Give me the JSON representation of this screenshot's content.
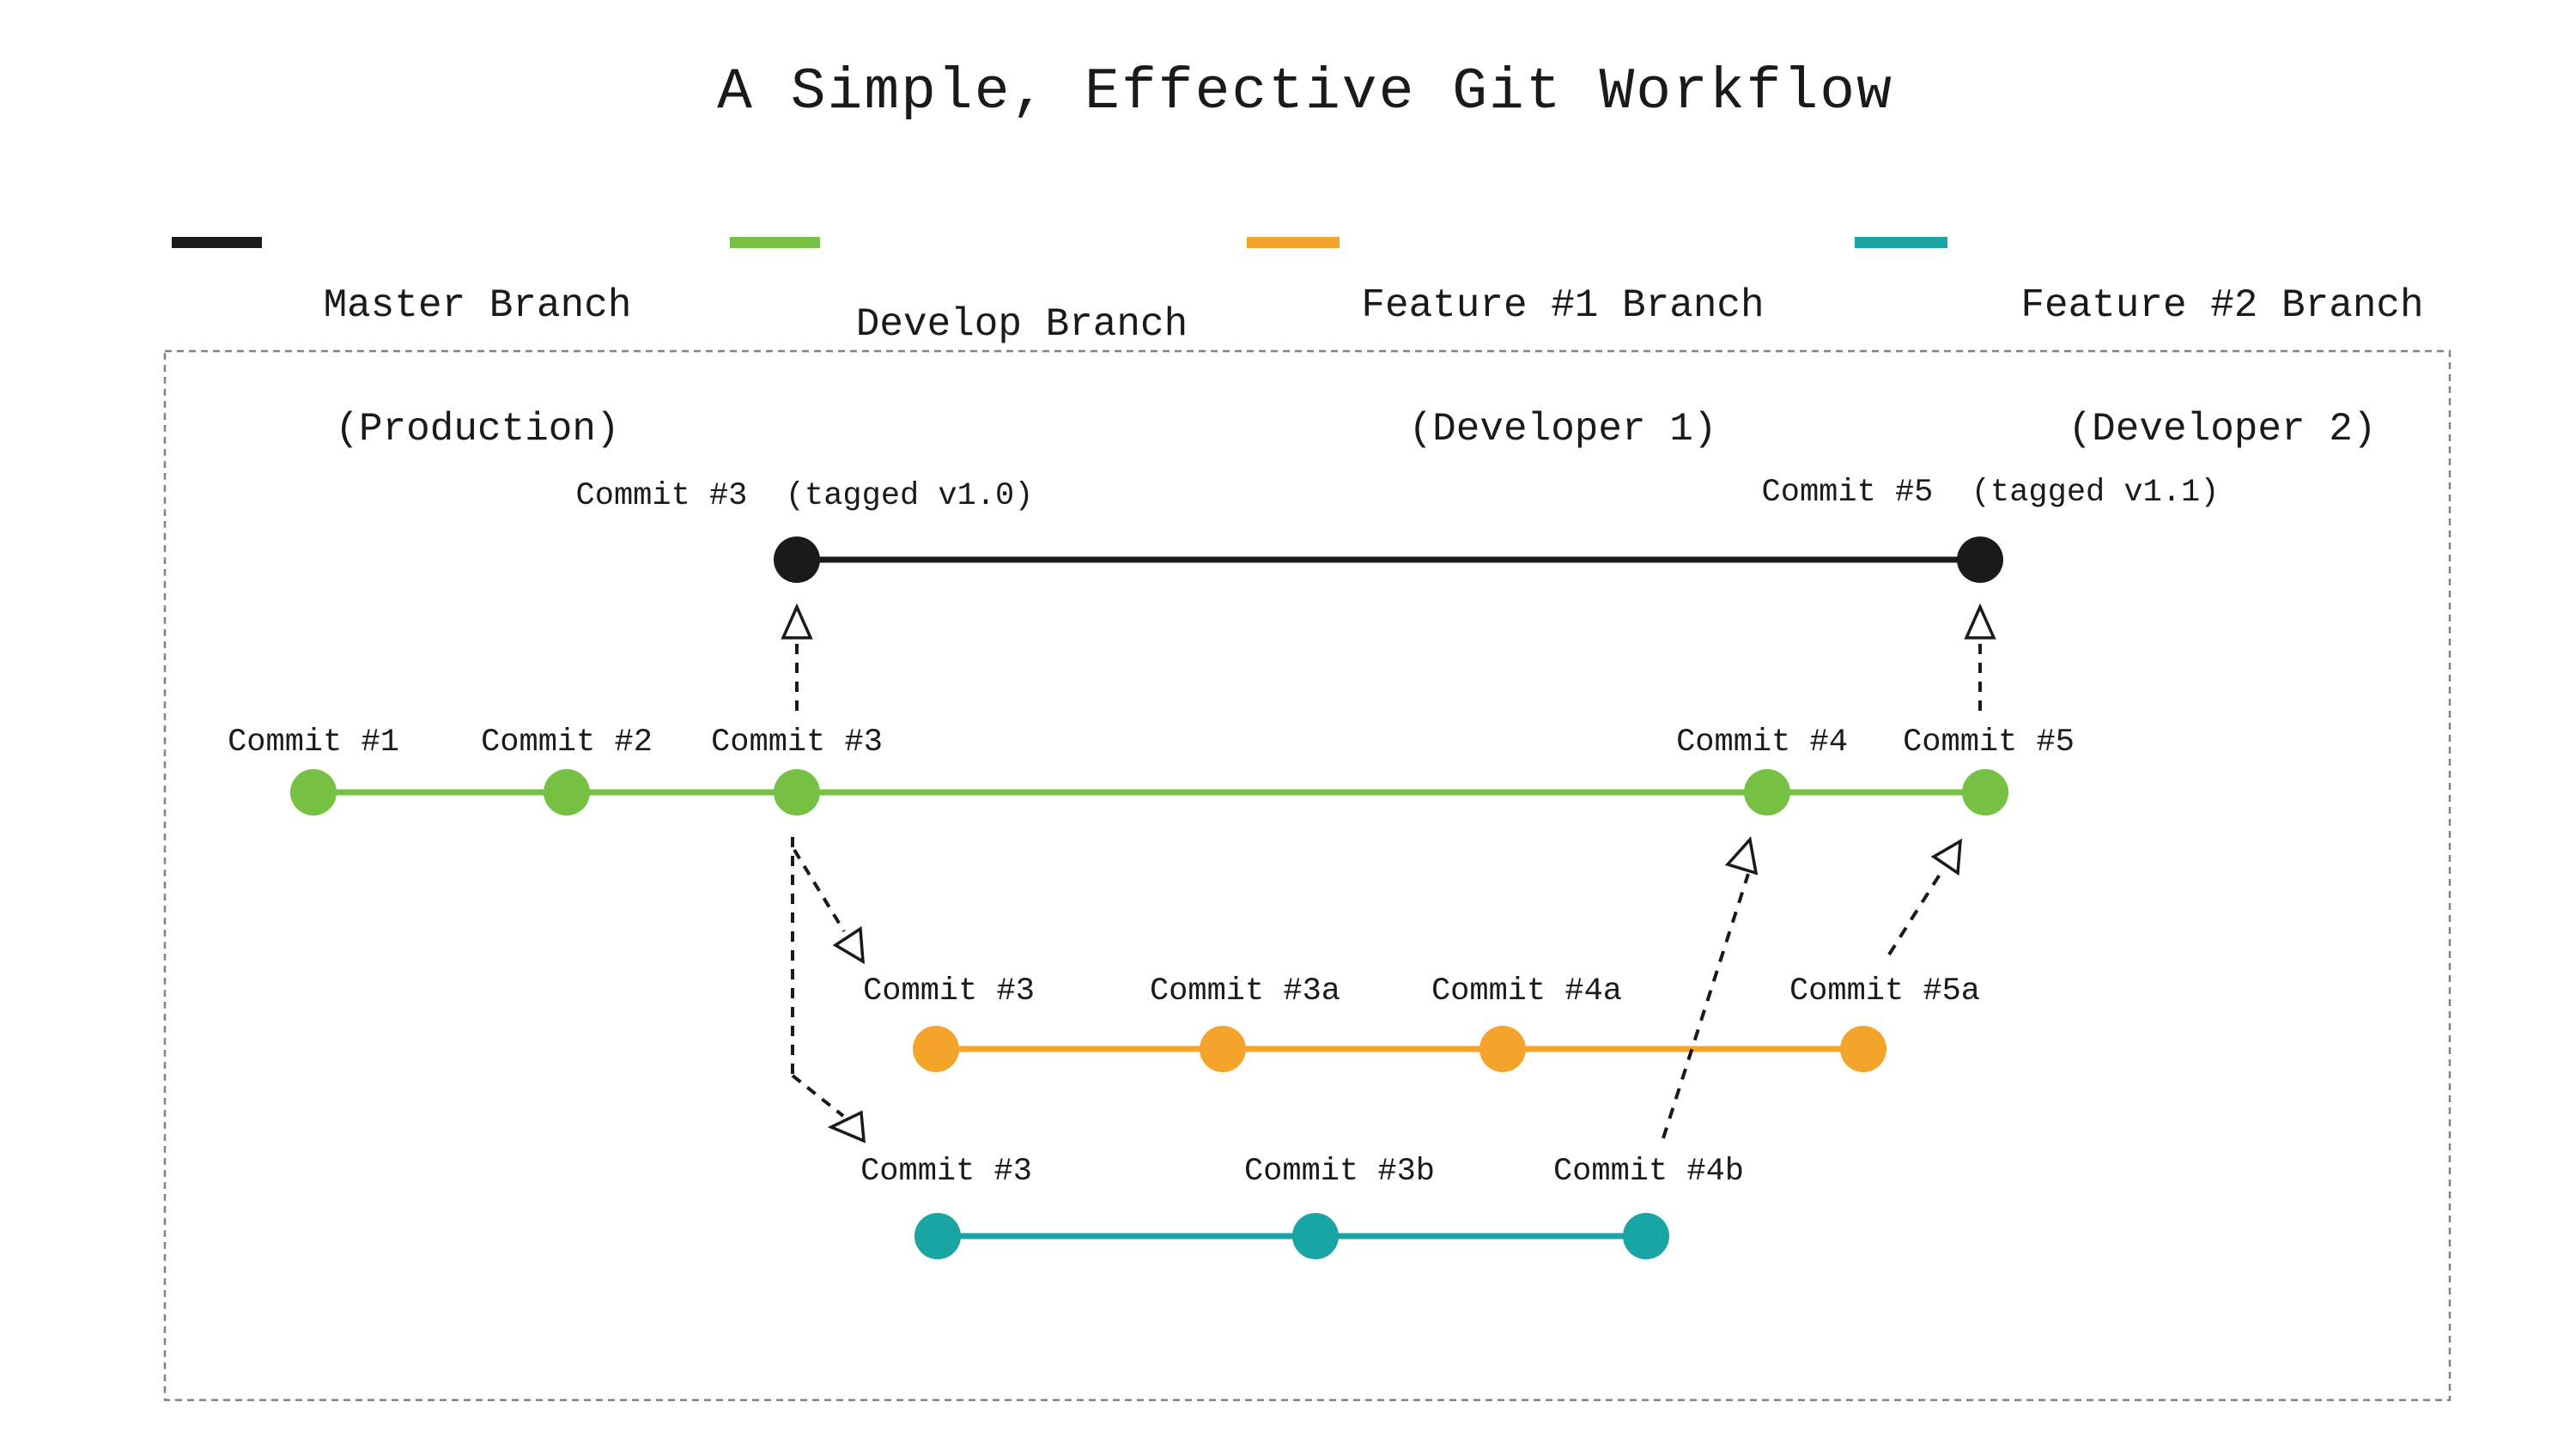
{
  "title": "A Simple, Effective Git Workflow",
  "colors": {
    "master_black": "#1a1a1a",
    "develop_green": "#76C043",
    "feature1_orange": "#F5A42B",
    "feature2_teal": "#1AA5A5",
    "arrow_black": "#1a1a1a",
    "box_gray": "#828282"
  },
  "legend": {
    "items": [
      {
        "name": "master",
        "color": "#1a1a1a",
        "line1": "Master Branch",
        "line2": "(Production)"
      },
      {
        "name": "develop",
        "color": "#76C043",
        "line1": "Develop Branch",
        "line2": ""
      },
      {
        "name": "feature1",
        "color": "#F5A42B",
        "line1": "Feature #1 Branch",
        "line2": "(Developer 1)"
      },
      {
        "name": "feature2",
        "color": "#1AA5A5",
        "line1": "Feature #2 Branch",
        "line2": "(Developer 2)"
      }
    ]
  },
  "branches": {
    "master": {
      "name": "Master Branch",
      "commits": [
        "Commit #3  (tagged v1.0)",
        "Commit #5  (tagged v1.1)"
      ]
    },
    "develop": {
      "name": "Develop Branch",
      "commits": [
        "Commit #1",
        "Commit #2",
        "Commit #3",
        "Commit #4",
        "Commit #5"
      ]
    },
    "feature1": {
      "name": "Feature #1 Branch",
      "commits": [
        "Commit #3",
        "Commit #3a",
        "Commit #4a",
        "Commit #5a"
      ]
    },
    "feature2": {
      "name": "Feature #2 Branch",
      "commits": [
        "Commit #3",
        "Commit #3b",
        "Commit #4b"
      ]
    }
  }
}
